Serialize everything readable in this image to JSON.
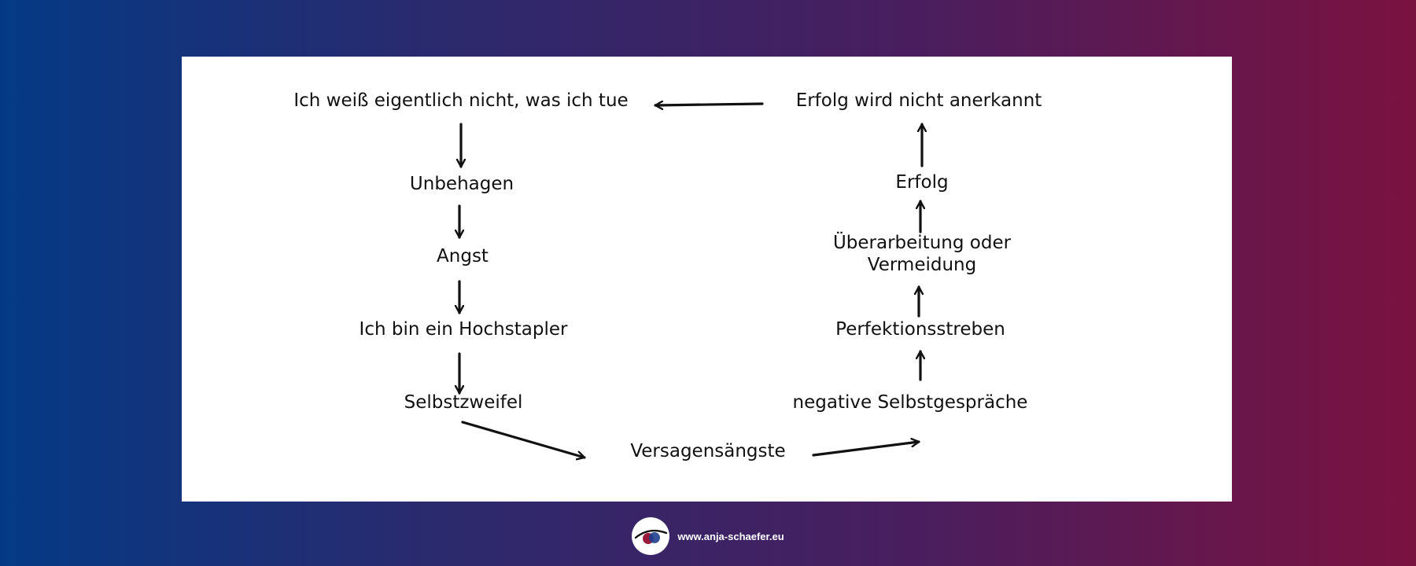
{
  "nodes": {
    "ich_weiss": "Ich weiß eigentlich nicht, was ich tue",
    "unbehagen": "Unbehagen",
    "angst": "Angst",
    "hochstapler": "Ich bin ein Hochstapler",
    "selbstzweifel": "Selbstzweifel",
    "versagensaengste": "Versagensängste",
    "negative_selbstgespraeche": "negative Selbstgespräche",
    "perfektionsstreben": "Perfektionsstreben",
    "ueberarbeitung": "Überarbeitung oder Vermeidung",
    "erfolg": "Erfolg",
    "erfolg_nicht_anerkannt": "Erfolg wird nicht anerkannt"
  },
  "footer": {
    "url": "www.anja-schaefer.eu",
    "logo_icon": "eye-logo-icon"
  },
  "colors": {
    "gradient_left": "#043a85",
    "gradient_right": "#7a1240",
    "panel": "#ffffff",
    "ink": "#111111"
  }
}
